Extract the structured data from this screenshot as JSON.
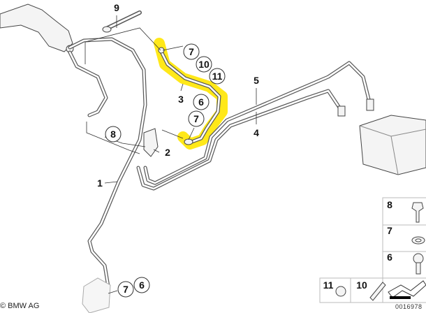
{
  "diagram": {
    "callouts": {
      "c1": "1",
      "c2": "2",
      "c3": "3",
      "c4": "4",
      "c5": "5",
      "c6a": "6",
      "c6b": "6",
      "c7a": "7",
      "c7b": "7",
      "c7c": "7",
      "c8": "8",
      "c9": "9",
      "c10": "10",
      "c11": "11"
    },
    "highlight_color": "#ffe600"
  },
  "parts_panel": {
    "items": [
      "8",
      "7",
      "6",
      "11",
      "10"
    ]
  },
  "footer": {
    "copyright": "© BMW AG",
    "image_code": "0016978"
  }
}
